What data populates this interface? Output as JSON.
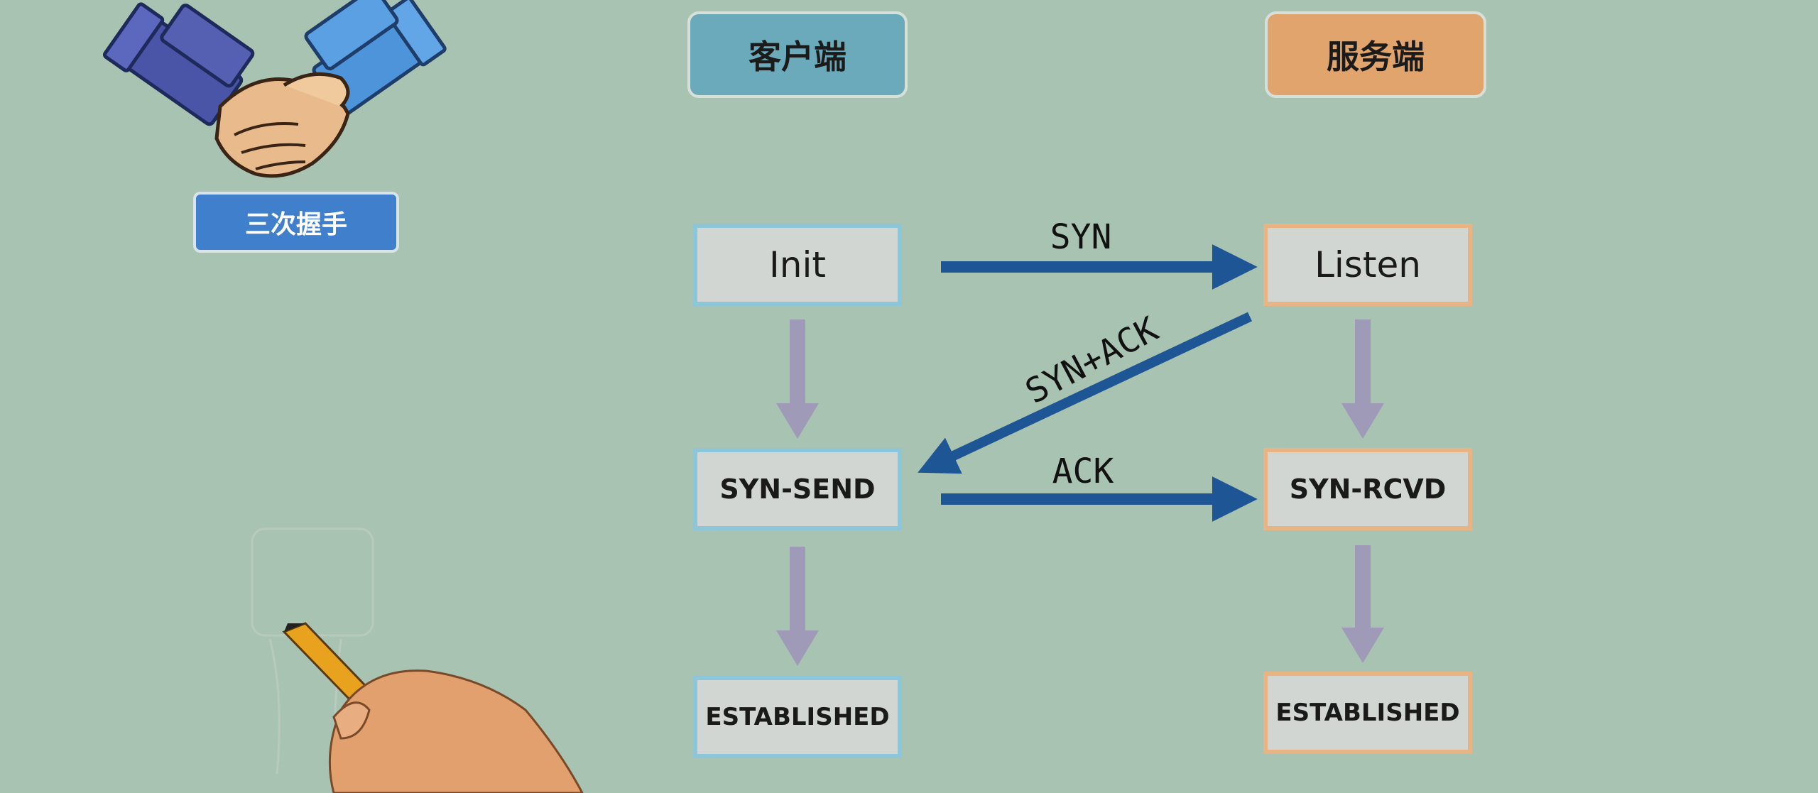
{
  "headers": {
    "client": "客户端",
    "server": "服务端"
  },
  "badge": {
    "label": "三次握手"
  },
  "client_states": {
    "init": "Init",
    "syn_send": "SYN-SEND",
    "established": "ESTABLISHED"
  },
  "server_states": {
    "listen": "Listen",
    "syn_rcvd": "SYN-RCVD",
    "established": "ESTABLISHED"
  },
  "messages": {
    "syn": "SYN",
    "syn_ack": "SYN+ACK",
    "ack": "ACK"
  },
  "colors": {
    "background": "#a9c3b2",
    "client_accent": "#6aaabb",
    "server_accent": "#e2a46d",
    "message_arrow": "#1e5594",
    "state_arrow": "#9e9ab8",
    "badge": "#3f7fcb"
  },
  "icons": {
    "handshake": "handshake-icon",
    "hand_with_pencil": "hand-pencil-icon",
    "sketch": "sketch-figure-icon"
  }
}
